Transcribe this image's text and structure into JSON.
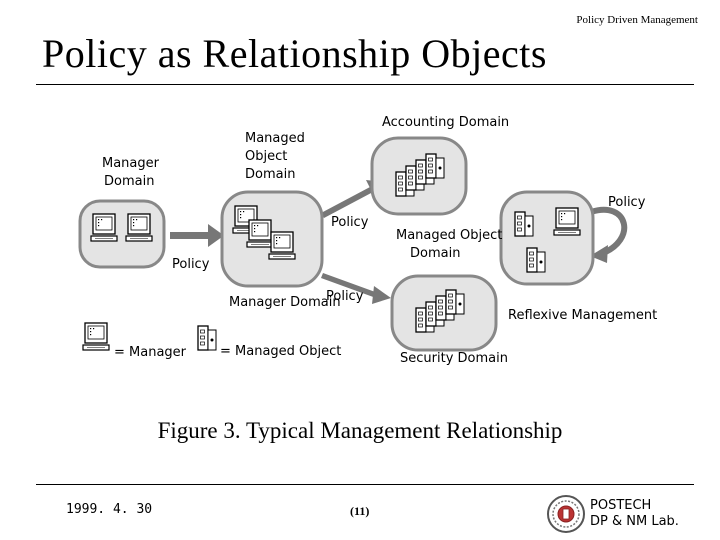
{
  "header": {
    "running_title": "Policy Driven Management"
  },
  "slide": {
    "title": "Policy as Relationship Objects"
  },
  "diagram": {
    "manager_domain_label": [
      "Manager",
      "Domain"
    ],
    "managed_object_domain_label": [
      "Managed",
      "Object",
      "Domain"
    ],
    "accounting_domain_label": "Accounting Domain",
    "managed_object_domain_right_label": [
      "Managed Object",
      "Domain"
    ],
    "manager_domain_bottom_label": "Manager Domain",
    "security_domain_label": "Security Domain",
    "reflexive_management_label": "Reflexive Management",
    "policy_label_1": "Policy",
    "policy_label_2": "Policy",
    "policy_label_3": "Policy",
    "policy_label_4": "Policy",
    "legend_manager": "= Manager",
    "legend_managed_object": "= Managed Object"
  },
  "figure": {
    "caption": "Figure 3. Typical Management Relationship"
  },
  "footer": {
    "date": "1999. 4. 30",
    "page_number": "(11)",
    "lab_line1": "POSTECH",
    "lab_line2": "DP & NM Lab."
  }
}
